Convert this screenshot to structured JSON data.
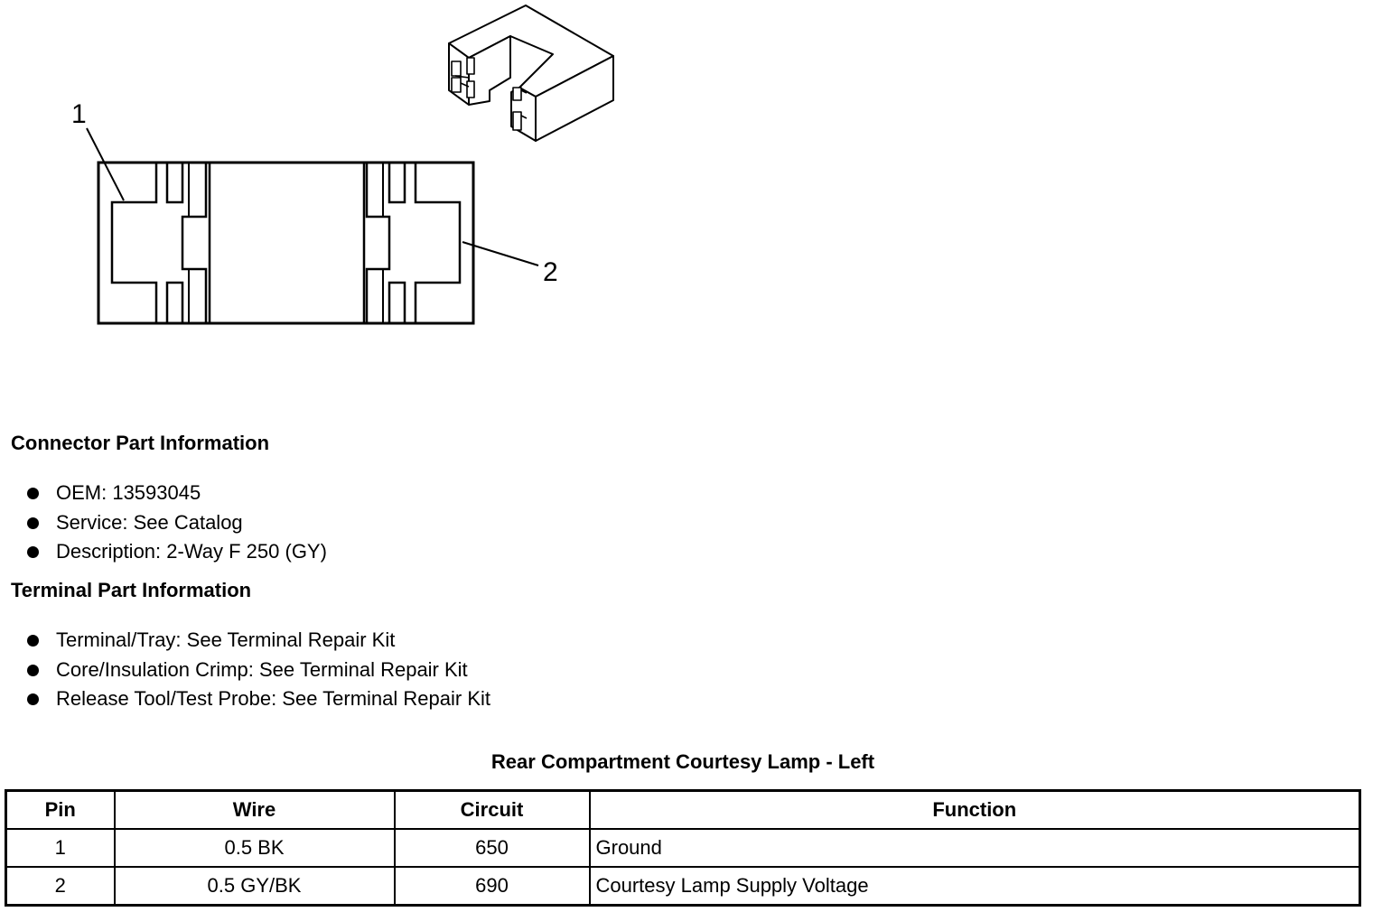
{
  "diagram": {
    "callouts": [
      "1",
      "2"
    ]
  },
  "connector_info": {
    "title": "Connector Part Information",
    "items": [
      "OEM: 13593045",
      "Service: See Catalog",
      "Description: 2-Way F 250 (GY)"
    ]
  },
  "terminal_info": {
    "title": "Terminal Part Information",
    "items": [
      "Terminal/Tray: See Terminal Repair Kit",
      "Core/Insulation Crimp: See Terminal Repair Kit",
      "Release Tool/Test Probe: See Terminal Repair Kit"
    ]
  },
  "table": {
    "caption": "Rear Compartment Courtesy Lamp - Left",
    "headers": [
      "Pin",
      "Wire",
      "Circuit",
      "Function"
    ],
    "rows": [
      [
        "1",
        "0.5 BK",
        "650",
        "Ground"
      ],
      [
        "2",
        "0.5 GY/BK",
        "690",
        "Courtesy Lamp Supply Voltage"
      ]
    ]
  }
}
